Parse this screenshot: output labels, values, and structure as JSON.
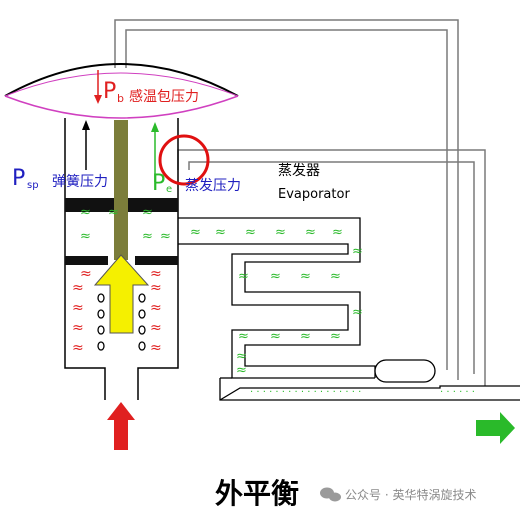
{
  "labels": {
    "pb_symbol": "P",
    "pb_sub": "b",
    "pb_text": "感温包压力",
    "psp_symbol": "P",
    "psp_sub": "sp",
    "psp_text": "弹簧压力",
    "pe_symbol": "P",
    "pe_sub": "e",
    "pe_text": "蒸发压力",
    "evap_cn": "蒸发器",
    "evap_en": "Evaporator",
    "caption": "外平衡",
    "watermark": "公众号 · 英华特涡旋技术"
  },
  "colors": {
    "line": "#000000",
    "pipe": "#7a7a7a",
    "bulb_outline": "#d040c0",
    "red": "#e02020",
    "blue": "#2020c0",
    "green": "#2aba2a",
    "stem": "#7b7d3a",
    "yellow": "#f5f000",
    "highlight_circle": "#e01010"
  },
  "icons": {
    "wave": "wave-glyph",
    "coil": "spring-coil",
    "watermark": "wechat-icon"
  }
}
